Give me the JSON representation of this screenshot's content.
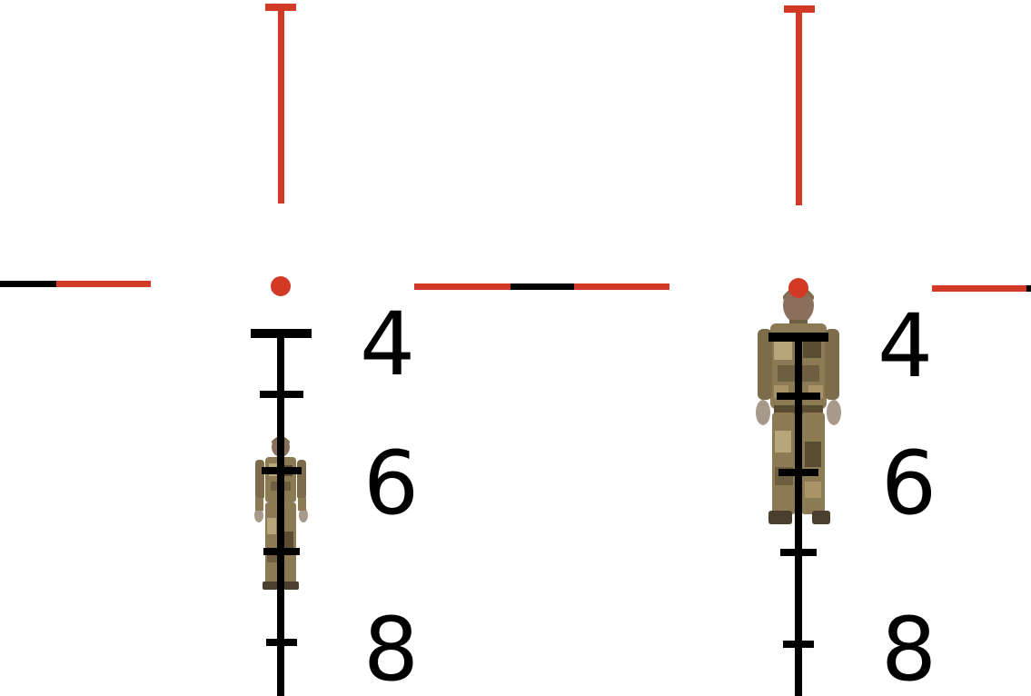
{
  "colors": {
    "reticle_red": "#d23a26",
    "reticle_black": "#000000",
    "background": "#ffffff",
    "camo_base": "#8c7a55",
    "camo_dark": "#5a4d33",
    "camo_light": "#b9a57a",
    "skin": "#8a6f5c",
    "boot": "#4a3f2e"
  },
  "panels": [
    {
      "id": "left",
      "target_label": "soldier-target-far",
      "range_labels": [
        "4",
        "6",
        "8"
      ]
    },
    {
      "id": "right",
      "target_label": "soldier-target-near",
      "range_labels": [
        "4",
        "6",
        "8"
      ]
    }
  ]
}
